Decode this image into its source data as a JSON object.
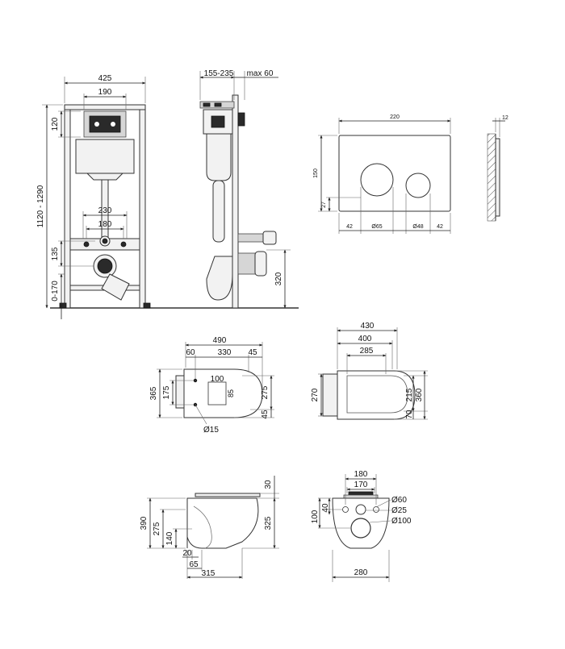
{
  "frame": {
    "width": "425",
    "panel": "190",
    "h_120": "120",
    "height": "1120 - 1290",
    "mount": "230",
    "spacing": "180",
    "h_135": "135",
    "h_0170": "0-170"
  },
  "side": {
    "depth": "155-235",
    "max": "max 60",
    "h_320": "320"
  },
  "plate": {
    "width": "220",
    "height": "150",
    "h_27": "27",
    "a42": "42",
    "d65": "Ø65",
    "d48": "Ø48",
    "b42": "42",
    "thick": "12"
  },
  "bowl_top": {
    "w490": "490",
    "w60": "60",
    "w330": "330",
    "w45": "45",
    "h365": "365",
    "h175": "175",
    "h275": "275",
    "h45": "45",
    "a100": "100",
    "a85": "85",
    "d15": "Ø15"
  },
  "seat_top": {
    "w430": "430",
    "w400": "400",
    "w285": "285",
    "h270": "270",
    "h215": "215",
    "h360": "360",
    "h70": "70"
  },
  "bowl_side": {
    "h390": "390",
    "h275": "275",
    "h140": "140",
    "h325": "325",
    "h30": "30",
    "w20": "20",
    "w65": "65",
    "w315": "315"
  },
  "bowl_back": {
    "w180": "180",
    "w170": "170",
    "h40": "40",
    "h100": "100",
    "d60": "Ø60",
    "d25": "Ø25",
    "d100": "Ø100",
    "w280": "280"
  }
}
